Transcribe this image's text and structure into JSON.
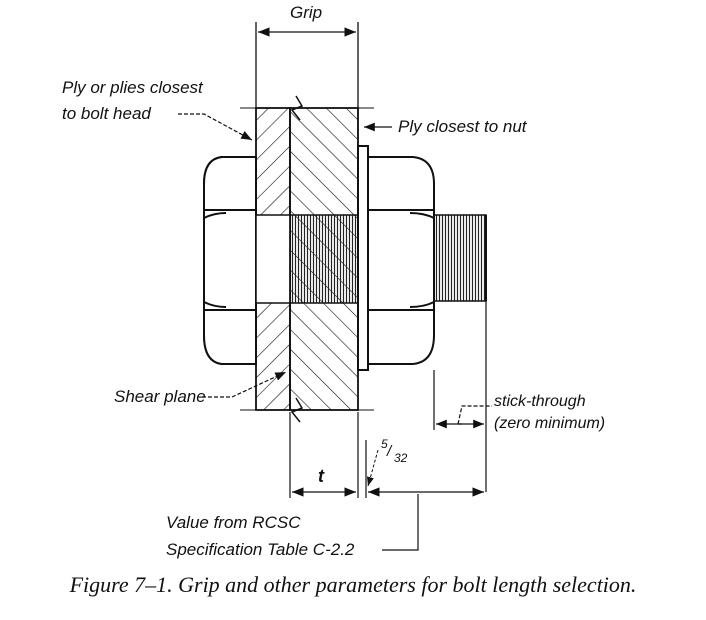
{
  "labels": {
    "grip": "Grip",
    "ply_head_line1": "Ply or plies closest",
    "ply_head_line2": "to bolt head",
    "ply_nut": "Ply closest to nut",
    "shear_plane": "Shear plane",
    "stick_through_line1": "stick-through",
    "stick_through_line2": "(zero minimum)",
    "frac_num": "5",
    "frac_den": "32",
    "t": "t",
    "rcsc_line1": "Value from RCSC",
    "rcsc_line2": "Specification Table C-2.2"
  },
  "caption": "Figure 7–1.  Grip and other parameters for bolt length selection.",
  "colors": {
    "ink": "#111111",
    "background": "#ffffff"
  }
}
